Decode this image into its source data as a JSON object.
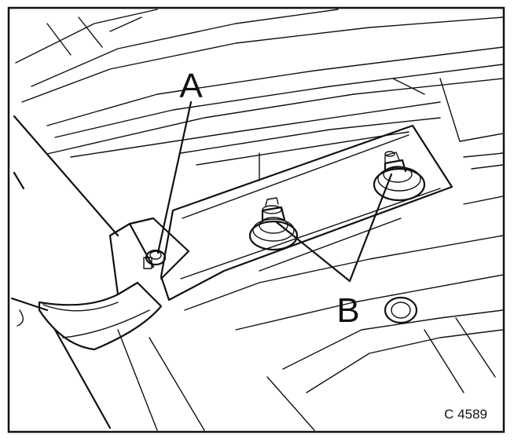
{
  "figure": {
    "labels": {
      "a": "A",
      "b": "B"
    },
    "reference": "C 4589"
  },
  "colors": {
    "ink": "#111111",
    "paper": "#ffffff"
  }
}
